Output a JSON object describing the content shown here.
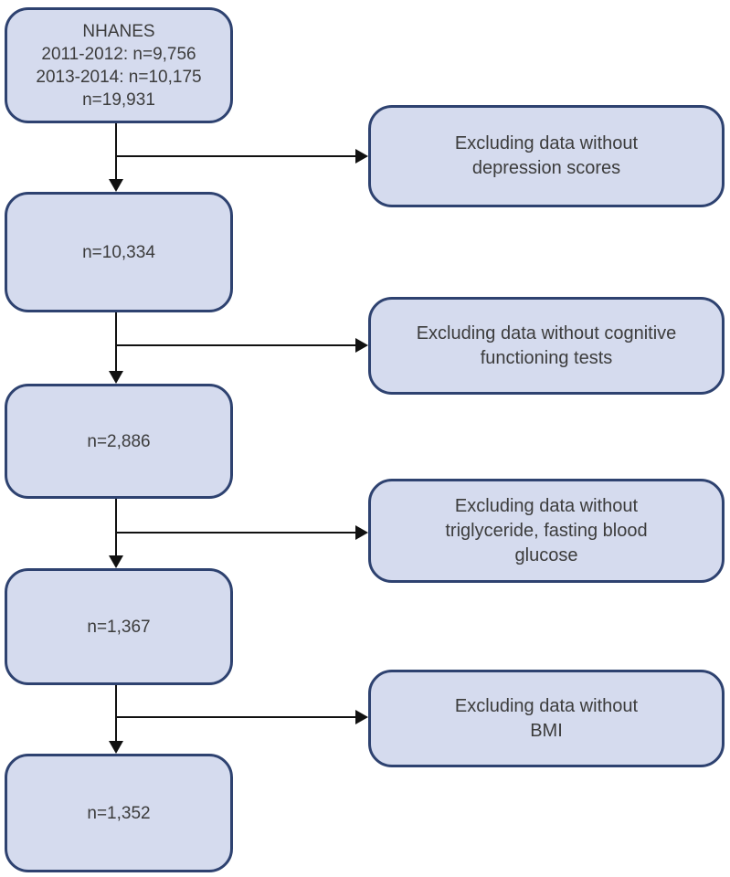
{
  "flowchart": {
    "cohort_boxes": [
      {
        "lines": [
          "NHANES",
          "2011-2012: n=9,756",
          "2013-2014: n=10,175",
          "n=19,931"
        ]
      },
      {
        "lines": [
          "n=10,334"
        ]
      },
      {
        "lines": [
          "n=2,886"
        ]
      },
      {
        "lines": [
          "n=1,367"
        ]
      },
      {
        "lines": [
          "n=1,352"
        ]
      }
    ],
    "exclusion_boxes": [
      {
        "lines": [
          "Excluding data without",
          "depression scores"
        ]
      },
      {
        "lines": [
          "Excluding data without cognitive",
          "functioning tests"
        ]
      },
      {
        "lines": [
          "Excluding data without",
          "triglyceride, fasting blood",
          "glucose"
        ]
      },
      {
        "lines": [
          "Excluding data without",
          "BMI"
        ]
      }
    ],
    "colors": {
      "box_fill": "#d5dbee",
      "box_border": "#2e4270",
      "arrow": "#111111",
      "text": "#3c3c3c"
    }
  }
}
